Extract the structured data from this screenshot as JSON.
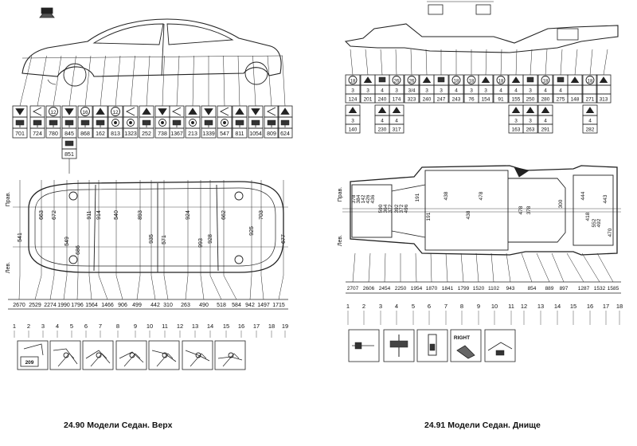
{
  "left": {
    "caption": "24.90 Модели Седан. Верх",
    "side_labels": [
      "Прав.",
      "Лев."
    ],
    "top_codes": [
      "12",
      "16",
      "12"
    ],
    "point_numbers": [
      "701",
      "724",
      "780",
      "845",
      "868",
      "162",
      "813",
      "1323",
      "252",
      "738",
      "1367",
      "213",
      "1339",
      "547",
      "811",
      "1054",
      "809",
      "624"
    ],
    "sub_value": "851",
    "measure_values": [
      "541",
      "663",
      "672",
      "549",
      "686",
      "911",
      "914",
      "540",
      "893",
      "935",
      "571",
      "924",
      "993",
      "928",
      "662",
      "925",
      "703",
      "677"
    ],
    "bottom_distances": [
      "2670",
      "2529",
      "2274",
      "1990",
      "1796",
      "1564",
      "1466",
      "906",
      "499",
      "442",
      "310",
      "263",
      "490",
      "518",
      "584",
      "942",
      "1497",
      "1715"
    ],
    "reference_numbers": [
      "1",
      "2",
      "3",
      "4",
      "5",
      "6",
      "7",
      "8",
      "9",
      "10",
      "11",
      "12",
      "13",
      "14",
      "15",
      "16",
      "17",
      "18",
      "19"
    ],
    "detail_text": "209"
  },
  "right": {
    "caption": "24.91 Модели Седан. Днище",
    "side_labels": [
      "Прав.",
      "Лев."
    ],
    "header_codes": [
      "18",
      "26",
      "26",
      "18",
      "18",
      "18",
      "18",
      "18"
    ],
    "row_a": [
      "3",
      "3",
      "4",
      "3",
      "3/4",
      "3",
      "3",
      "4",
      "3",
      "3",
      "4",
      "4",
      "3",
      "4",
      "4"
    ],
    "row_b": [
      "124",
      "201",
      "240",
      "174",
      "323",
      "240",
      "247",
      "243",
      "76",
      "154",
      "91",
      "155",
      "250",
      "280",
      "275",
      "148",
      "271",
      "313"
    ],
    "sub_left": [
      "3",
      "140"
    ],
    "sub_mid_a": [
      "4",
      "4"
    ],
    "sub_mid_b": [
      "230",
      "317"
    ],
    "sub_right_a": [
      "3",
      "3",
      "4"
    ],
    "sub_right_b": [
      "163",
      "263",
      "291"
    ],
    "sub_far_a": [
      "4"
    ],
    "sub_far_b": [
      "282"
    ],
    "measure_values": [
      "378",
      "384",
      "142",
      "426",
      "436",
      "590",
      "364",
      "372",
      "392",
      "372",
      "496",
      "191",
      "191",
      "438",
      "438",
      "478",
      "478",
      "378",
      "300",
      "444",
      "418",
      "443",
      "552",
      "492",
      "470"
    ],
    "bottom_distances": [
      "2707",
      "2606",
      "2454",
      "2250",
      "1954",
      "1870",
      "1841",
      "1799",
      "1520",
      "1102",
      "943",
      "854",
      "889",
      "897",
      "1287",
      "1532",
      "1585"
    ],
    "reference_numbers": [
      "1",
      "2",
      "3",
      "4",
      "5",
      "6",
      "7",
      "8",
      "9",
      "10",
      "11",
      "12",
      "13",
      "14",
      "15",
      "16",
      "17",
      "18"
    ],
    "detail_text": "RIGHT"
  }
}
